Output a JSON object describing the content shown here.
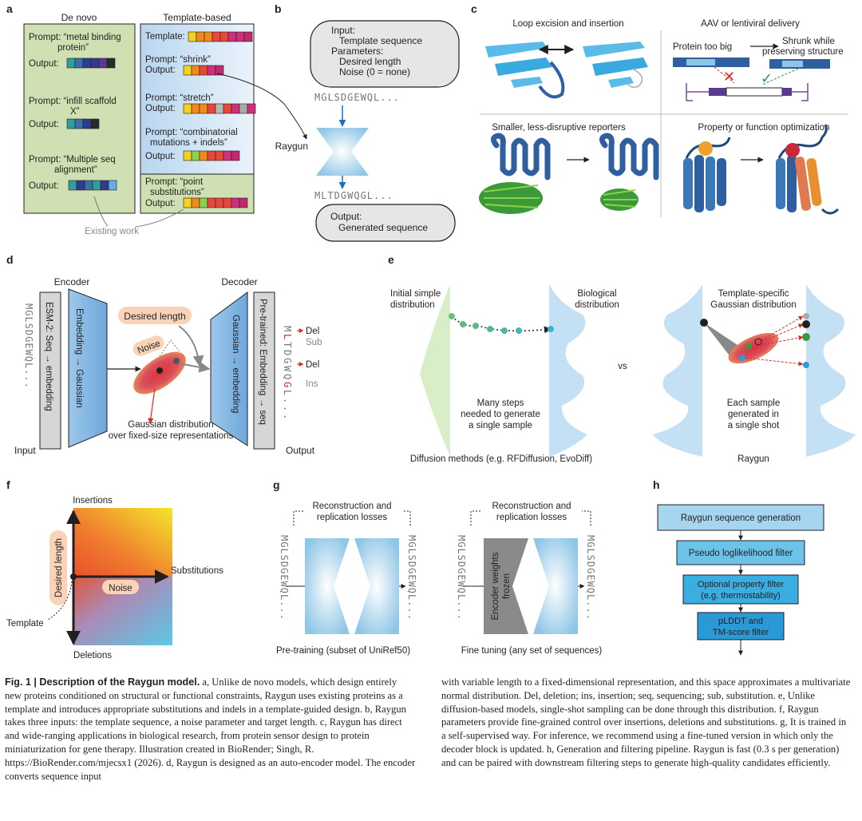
{
  "panel_labels": {
    "a": "a",
    "b": "b",
    "c": "c",
    "d": "d",
    "e": "e",
    "f": "f",
    "g": "g",
    "h": "h"
  },
  "a": {
    "de_novo_title": "De novo",
    "template_title": "Template-based",
    "dn_prompt1": [
      "Prompt: “metal binding",
      "protein”"
    ],
    "dn_prompt2": [
      "Prompt: “infill scaffold",
      "X”"
    ],
    "dn_prompt3": [
      "Prompt: “Multiple seq",
      "alignment”"
    ],
    "output": "Output:",
    "template_label": "Template:",
    "tb_prompt_shrink": "Prompt: “shrink”",
    "tb_prompt_stretch": "Prompt: “stretch”",
    "tb_prompt_comb": [
      "Prompt: “combinatorial",
      "mutations + indels”"
    ],
    "tb_prompt_point": [
      "Prompt: “point",
      "substitutions”"
    ],
    "existing_work": "Existing work",
    "colors": {
      "green_box": "#cfe0b2",
      "blue_box": "#d8e8f6",
      "teal": "#2f9e9e",
      "navy": "#2f3b8f",
      "yellow": "#f2d21e",
      "orange": "#f08a1c",
      "red": "#e8483a",
      "magenta": "#d0307a"
    }
  },
  "b": {
    "input_lines": [
      "Input:",
      "Template sequence",
      "Parameters:",
      "Desired length",
      "Noise (0 = none)"
    ],
    "seq_in": "MGLSDGEWQL...",
    "raygun": "Raygun",
    "seq_out": "MLTDGWQGL...",
    "output_lines": [
      "Output:",
      "Generated sequence"
    ]
  },
  "c": {
    "loop": "Loop excision and insertion",
    "aav": "AAV or lentiviral delivery",
    "too_big": "Protein too big",
    "shrunk": [
      "Shrunk while",
      "preserving structure"
    ],
    "reporters": "Smaller, less-disruptive reporters",
    "optimization": "Property or function optimization",
    "icons": [
      "cross-icon",
      "check-icon"
    ]
  },
  "d": {
    "encoder": "Encoder",
    "decoder": "Decoder",
    "seq_in": "MGLSDGEWQL...",
    "esm": "ESM-2: Seq → embedding",
    "emb_gauss": "Embedding → Gaussian",
    "desired_length": "Desired length",
    "noise": "Noise",
    "gauss_caption": [
      "Gaussian distribution",
      "over fixed-size representations"
    ],
    "gauss_emb": "Gaussian → embedding",
    "pretrained": "Pre-trained: Embedding → seq",
    "seq_out_chars": [
      "M",
      "L",
      "T",
      "D",
      "G",
      "W",
      "Q",
      "G",
      "L",
      ".",
      ".",
      "."
    ],
    "edits": [
      "Del",
      "Sub",
      "Del",
      "Ins"
    ],
    "input": "Input",
    "output": "Output"
  },
  "e": {
    "initial": [
      "Initial simple",
      "distribution"
    ],
    "biological": [
      "Biological",
      "distribution"
    ],
    "many_steps": [
      "Many steps",
      "needed to generate",
      "a single sample"
    ],
    "vs": "vs",
    "template_gauss": [
      "Template-specific",
      "Gaussian distribution"
    ],
    "each_sample": [
      "Each sample",
      "generated in",
      "a single shot"
    ],
    "diffusion_caption": "Diffusion methods (e.g. RFDiffusion, EvoDiff)",
    "raygun": "Raygun"
  },
  "f": {
    "insertions": "Insertions",
    "substitutions": "Substitutions",
    "deletions": "Deletions",
    "desired_length": "Desired length",
    "noise": "Noise",
    "template": "Template"
  },
  "g": {
    "losses": [
      "Reconstruction and",
      "replication losses"
    ],
    "seq": "MGLSDGEWQL...",
    "frozen": [
      "Encoder weights",
      "frozen"
    ],
    "pretraining": "Pre-training (subset of UniRef50)",
    "finetuning": "Fine tuning (any set of sequences)"
  },
  "h": {
    "steps": [
      "Raygun sequence generation",
      "Pseudo loglikelihood filter",
      "Optional property filter (e.g. thermostability)",
      "pLDDT and TM-score filter"
    ],
    "step3_lines": [
      "Optional property filter",
      "(e.g. thermostability)"
    ],
    "step4_lines": [
      "pLDDT and",
      "TM-score filter"
    ]
  },
  "caption": {
    "fig_label": "Fig. 1 | Description of the Raygun model.",
    "left": "a, Unlike de novo models, which design entirely new proteins conditioned on structural or functional constraints, Raygun uses existing proteins as a template and introduces appropriate substitutions and indels in a template-guided design. b, Raygun takes three inputs: the template sequence, a noise parameter and target length. c, Raygun has direct and wide-ranging applications in biological research, from protein sensor design to protein miniaturization for gene therapy. Illustration created in BioRender; Singh, R. https://BioRender.com/mjecsx1 (2026). d, Raygun is designed as an auto-encoder model. The encoder converts sequence input",
    "right": "with variable length to a fixed-dimensional representation, and this space approximates a multivariate normal distribution. Del, deletion; ins, insertion; seq, sequencing; sub, substitution. e, Unlike diffusion-based models, single-shot sampling can be done through this distribution. f, Raygun parameters provide fine-grained control over insertions, deletions and substitutions. g, It is trained in a self-supervised way. For inference, we recommend using a fine-tuned version in which only the decoder block is updated. h, Generation and filtering pipeline. Raygun is fast (0.3 s per generation) and can be paired with downstream filtering steps to generate high-quality candidates efficiently."
  }
}
